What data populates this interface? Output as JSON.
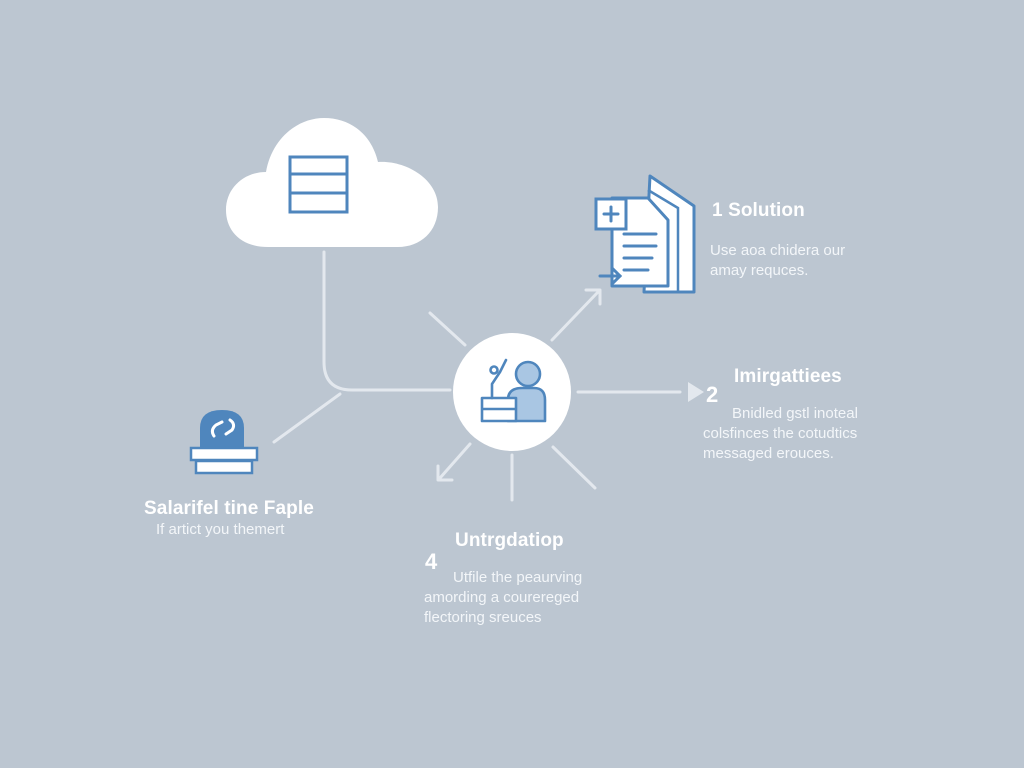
{
  "colors": {
    "background": "#bcc6d1",
    "connector": "#e3e8ee",
    "icon_blue": "#4f86bd",
    "icon_light": "#a9c6e3",
    "node_fill": "#ffffff",
    "text": "#ffffff"
  },
  "icons": {
    "cloud": "cloud-database-icon",
    "hub": "person-with-tools-icon",
    "document": "document-with-plus-icon",
    "safe": "shield-lock-icon"
  },
  "steps": {
    "solution": {
      "number": "1",
      "title": "Solution",
      "lines": [
        "Use aoa chidera our",
        "amay requces."
      ]
    },
    "integrations": {
      "number": "2",
      "title": "Imirgattiees",
      "lines": [
        "Bnidled gstl inoteal",
        "colsfinces the cotudtics",
        "messaged erouces."
      ]
    },
    "integration4": {
      "number": "4",
      "title": "Untrgdatiop",
      "lines": [
        "Utfile the peaurving",
        "amording a courereged",
        "flectoring sreuces"
      ]
    },
    "left": {
      "title": "Salarifel tine Faple",
      "lines": [
        "If artict you themert"
      ]
    }
  }
}
